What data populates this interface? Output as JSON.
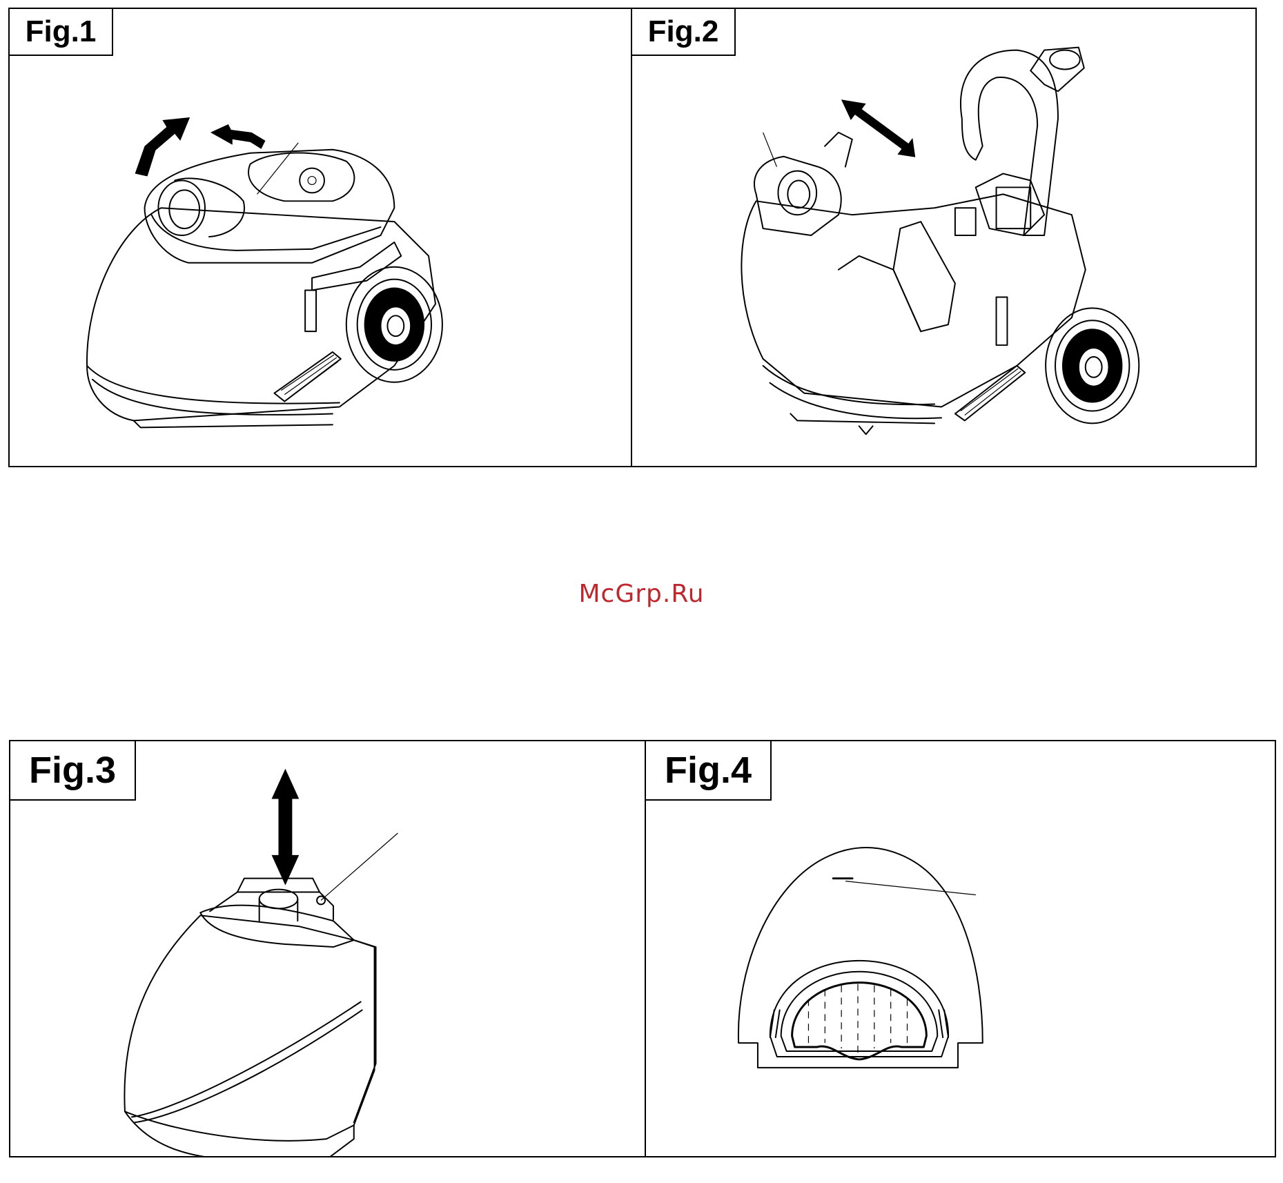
{
  "figures": [
    {
      "label": "Fig.1"
    },
    {
      "label": "Fig.2"
    },
    {
      "label": "Fig.3"
    },
    {
      "label": "Fig.4"
    }
  ],
  "watermark": "McGrp.Ru"
}
